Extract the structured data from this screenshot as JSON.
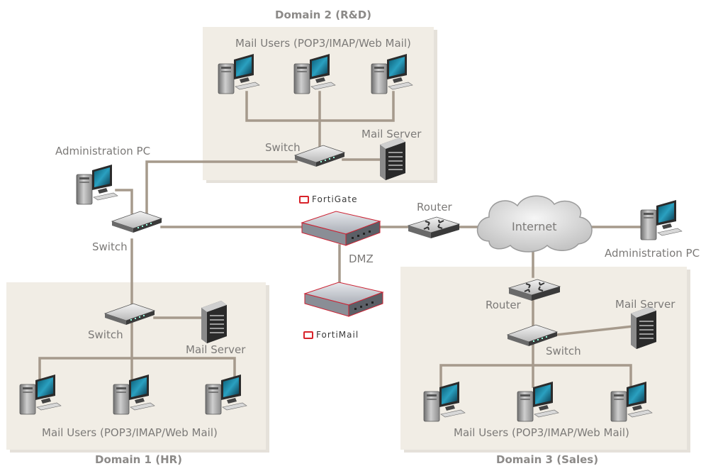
{
  "domains": {
    "d2": {
      "title": "Domain 2 (R&D)",
      "users_label": "Mail Users (POP3/IMAP/Web Mail)",
      "server_label": "Mail Server",
      "switch_label": "Switch"
    },
    "d1": {
      "title": "Domain 1 (HR)",
      "users_label": "Mail Users (POP3/IMAP/Web Mail)",
      "server_label": "Mail Server",
      "switch_label": "Switch"
    },
    "d3": {
      "title": "Domain 3 (Sales)",
      "users_label": "Mail Users (POP3/IMAP/Web Mail)",
      "server_label": "Mail Server",
      "switch_label": "Switch",
      "router_label": "Router"
    }
  },
  "core": {
    "admin_pc_left": "Administration PC",
    "admin_pc_right": "Administration PC",
    "switch_label": "Switch",
    "fortigate": "FortiGate",
    "fortimail": "FortiMail",
    "dmz": "DMZ",
    "router_label": "Router",
    "internet": "Internet"
  },
  "colors": {
    "link": "#a69a8c",
    "panel": "#f1ede5",
    "accent": "#d8232a"
  }
}
